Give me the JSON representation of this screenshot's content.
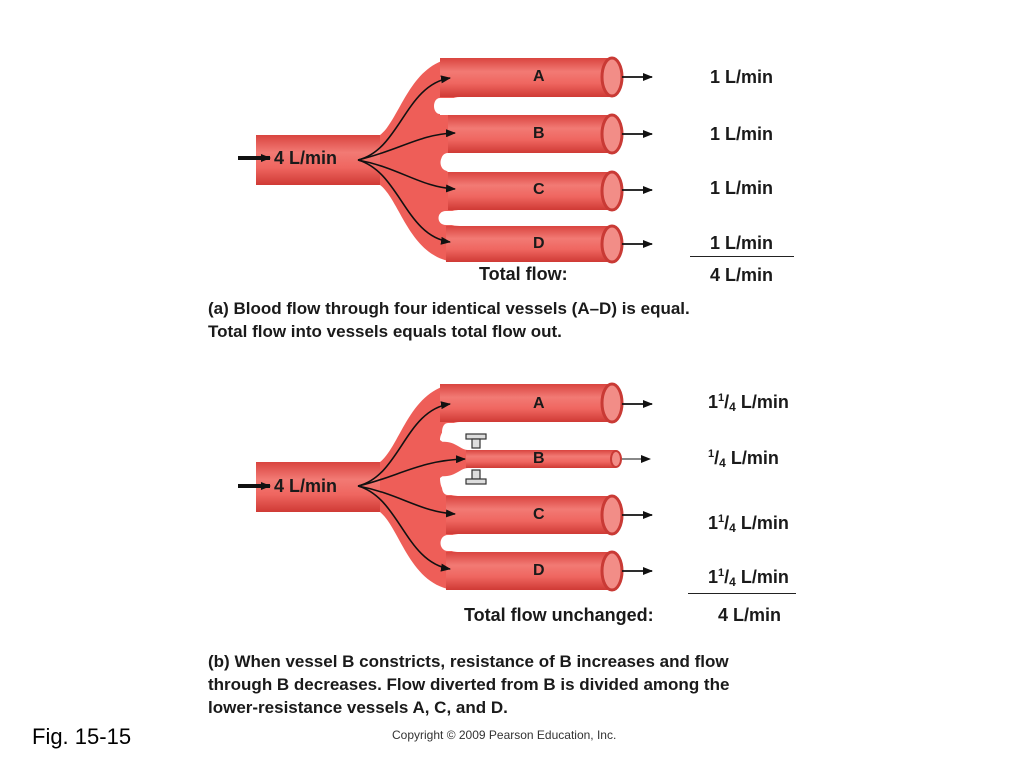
{
  "figure_label": "Fig. 15-15",
  "copyright": "Copyright © 2009 Pearson Education, Inc.",
  "panel_a": {
    "input_flow": "4 L/min",
    "vessels": [
      {
        "label": "A",
        "flow": "1 L/min"
      },
      {
        "label": "B",
        "flow": "1 L/min"
      },
      {
        "label": "C",
        "flow": "1 L/min"
      },
      {
        "label": "D",
        "flow": "1 L/min"
      }
    ],
    "total_label": "Total flow:",
    "total_value": "4 L/min",
    "caption_tag": "(a)",
    "caption_line1": "Blood flow through four identical vessels (A–D) is equal.",
    "caption_line2": "Total flow into vessels equals total flow out."
  },
  "panel_b": {
    "input_flow": "4 L/min",
    "vessels": [
      {
        "label": "A",
        "flow_whole": "1",
        "flow_num": "1",
        "flow_den": "4",
        "unit": "L/min"
      },
      {
        "label": "B",
        "flow_whole": "",
        "flow_num": "1",
        "flow_den": "4",
        "unit": "L/min"
      },
      {
        "label": "C",
        "flow_whole": "1",
        "flow_num": "1",
        "flow_den": "4",
        "unit": "L/min"
      },
      {
        "label": "D",
        "flow_whole": "1",
        "flow_num": "1",
        "flow_den": "4",
        "unit": "L/min"
      }
    ],
    "total_label": "Total flow unchanged:",
    "total_value": "4 L/min",
    "caption_tag": "(b)",
    "caption_line1": "When vessel B constricts, resistance of B increases and flow",
    "caption_line2": "through B decreases. Flow diverted from B is divided among the",
    "caption_line3": "lower-resistance vessels A, C, and D."
  },
  "colors": {
    "vessel": "#ee5a55",
    "vessel_light": "#f58c86",
    "vessel_dark": "#c8342f",
    "arrow": "#111111"
  }
}
